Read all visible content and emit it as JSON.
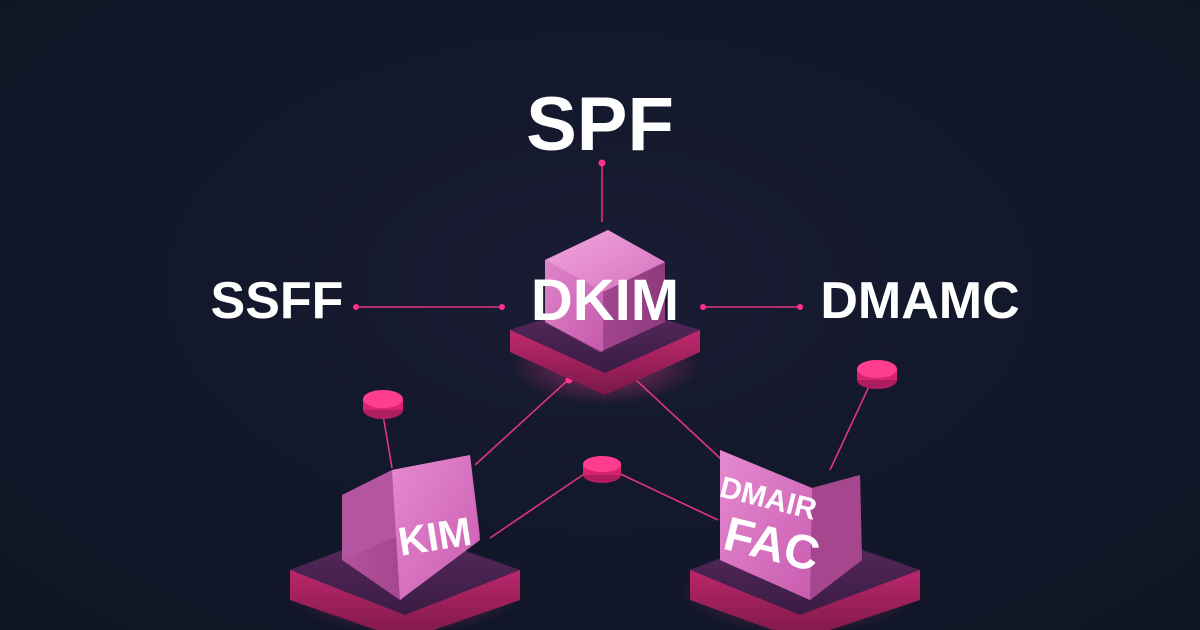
{
  "labels": {
    "top": "SPF",
    "left": "SSFF",
    "center": "DKIM",
    "right": "DMAMC",
    "bottom_left_block": "KIM",
    "bottom_right_block_line1": "DMAIR",
    "bottom_right_block_line2": "FAC"
  },
  "colors": {
    "background": "#111827",
    "accent": "#ff2f8f",
    "block_face": "#e07cc6",
    "block_side": "#a8448f",
    "text": "#ffffff"
  }
}
